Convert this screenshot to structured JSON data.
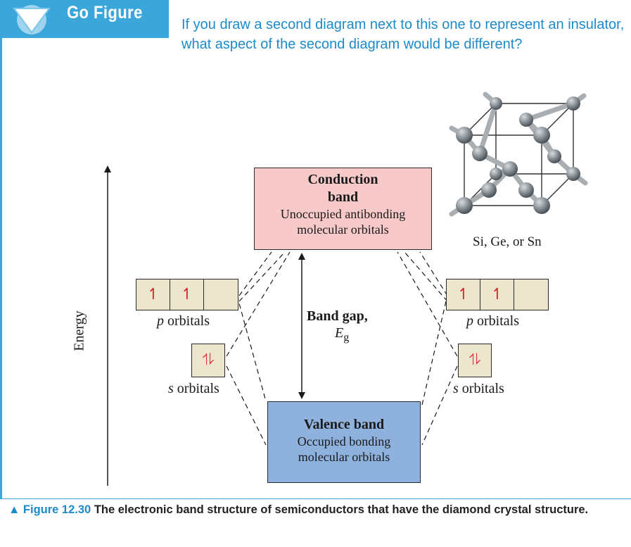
{
  "header": {
    "title": "Go Figure",
    "question": "If you draw a second diagram next to this one to represent an insulator, what aspect of the second diagram would be different?"
  },
  "diagram": {
    "energy_axis_label": "Energy",
    "conduction_band": {
      "title_line1": "Conduction",
      "title_line2": "band",
      "desc_line1": "Unoccupied antibonding",
      "desc_line2": "molecular orbitals"
    },
    "valence_band": {
      "title": "Valence band",
      "desc_line1": "Occupied bonding",
      "desc_line2": "molecular orbitals"
    },
    "band_gap": {
      "label": "Band gap,",
      "symbol": "E",
      "symbol_sub": "g"
    },
    "left_atom": {
      "p_label_letter": "p",
      "p_label_rest": " orbitals",
      "s_label_letter": "s",
      "s_label_rest": " orbitals",
      "p_occupancy": [
        "↿",
        "↿",
        ""
      ],
      "s_occupancy": "⥮"
    },
    "right_atom": {
      "p_label_letter": "p",
      "p_label_rest": " orbitals",
      "s_label_letter": "s",
      "s_label_rest": " orbitals",
      "p_occupancy": [
        "↿",
        "↿",
        ""
      ],
      "s_occupancy": "⥮"
    },
    "crystal_label": "Si, Ge, or Sn"
  },
  "caption": {
    "figure_label": "▲ Figure 12.30",
    "text": "The electronic band structure of semiconductors that have the diamond crystal structure."
  },
  "colors": {
    "accent_blue": "#3aa6da",
    "question_blue": "#1c8bc9",
    "conduction_fill": "#f7c9c8",
    "valence_fill": "#8fb1de",
    "orbital_fill": "#ede6cf",
    "electron_red": "#e0202a"
  }
}
